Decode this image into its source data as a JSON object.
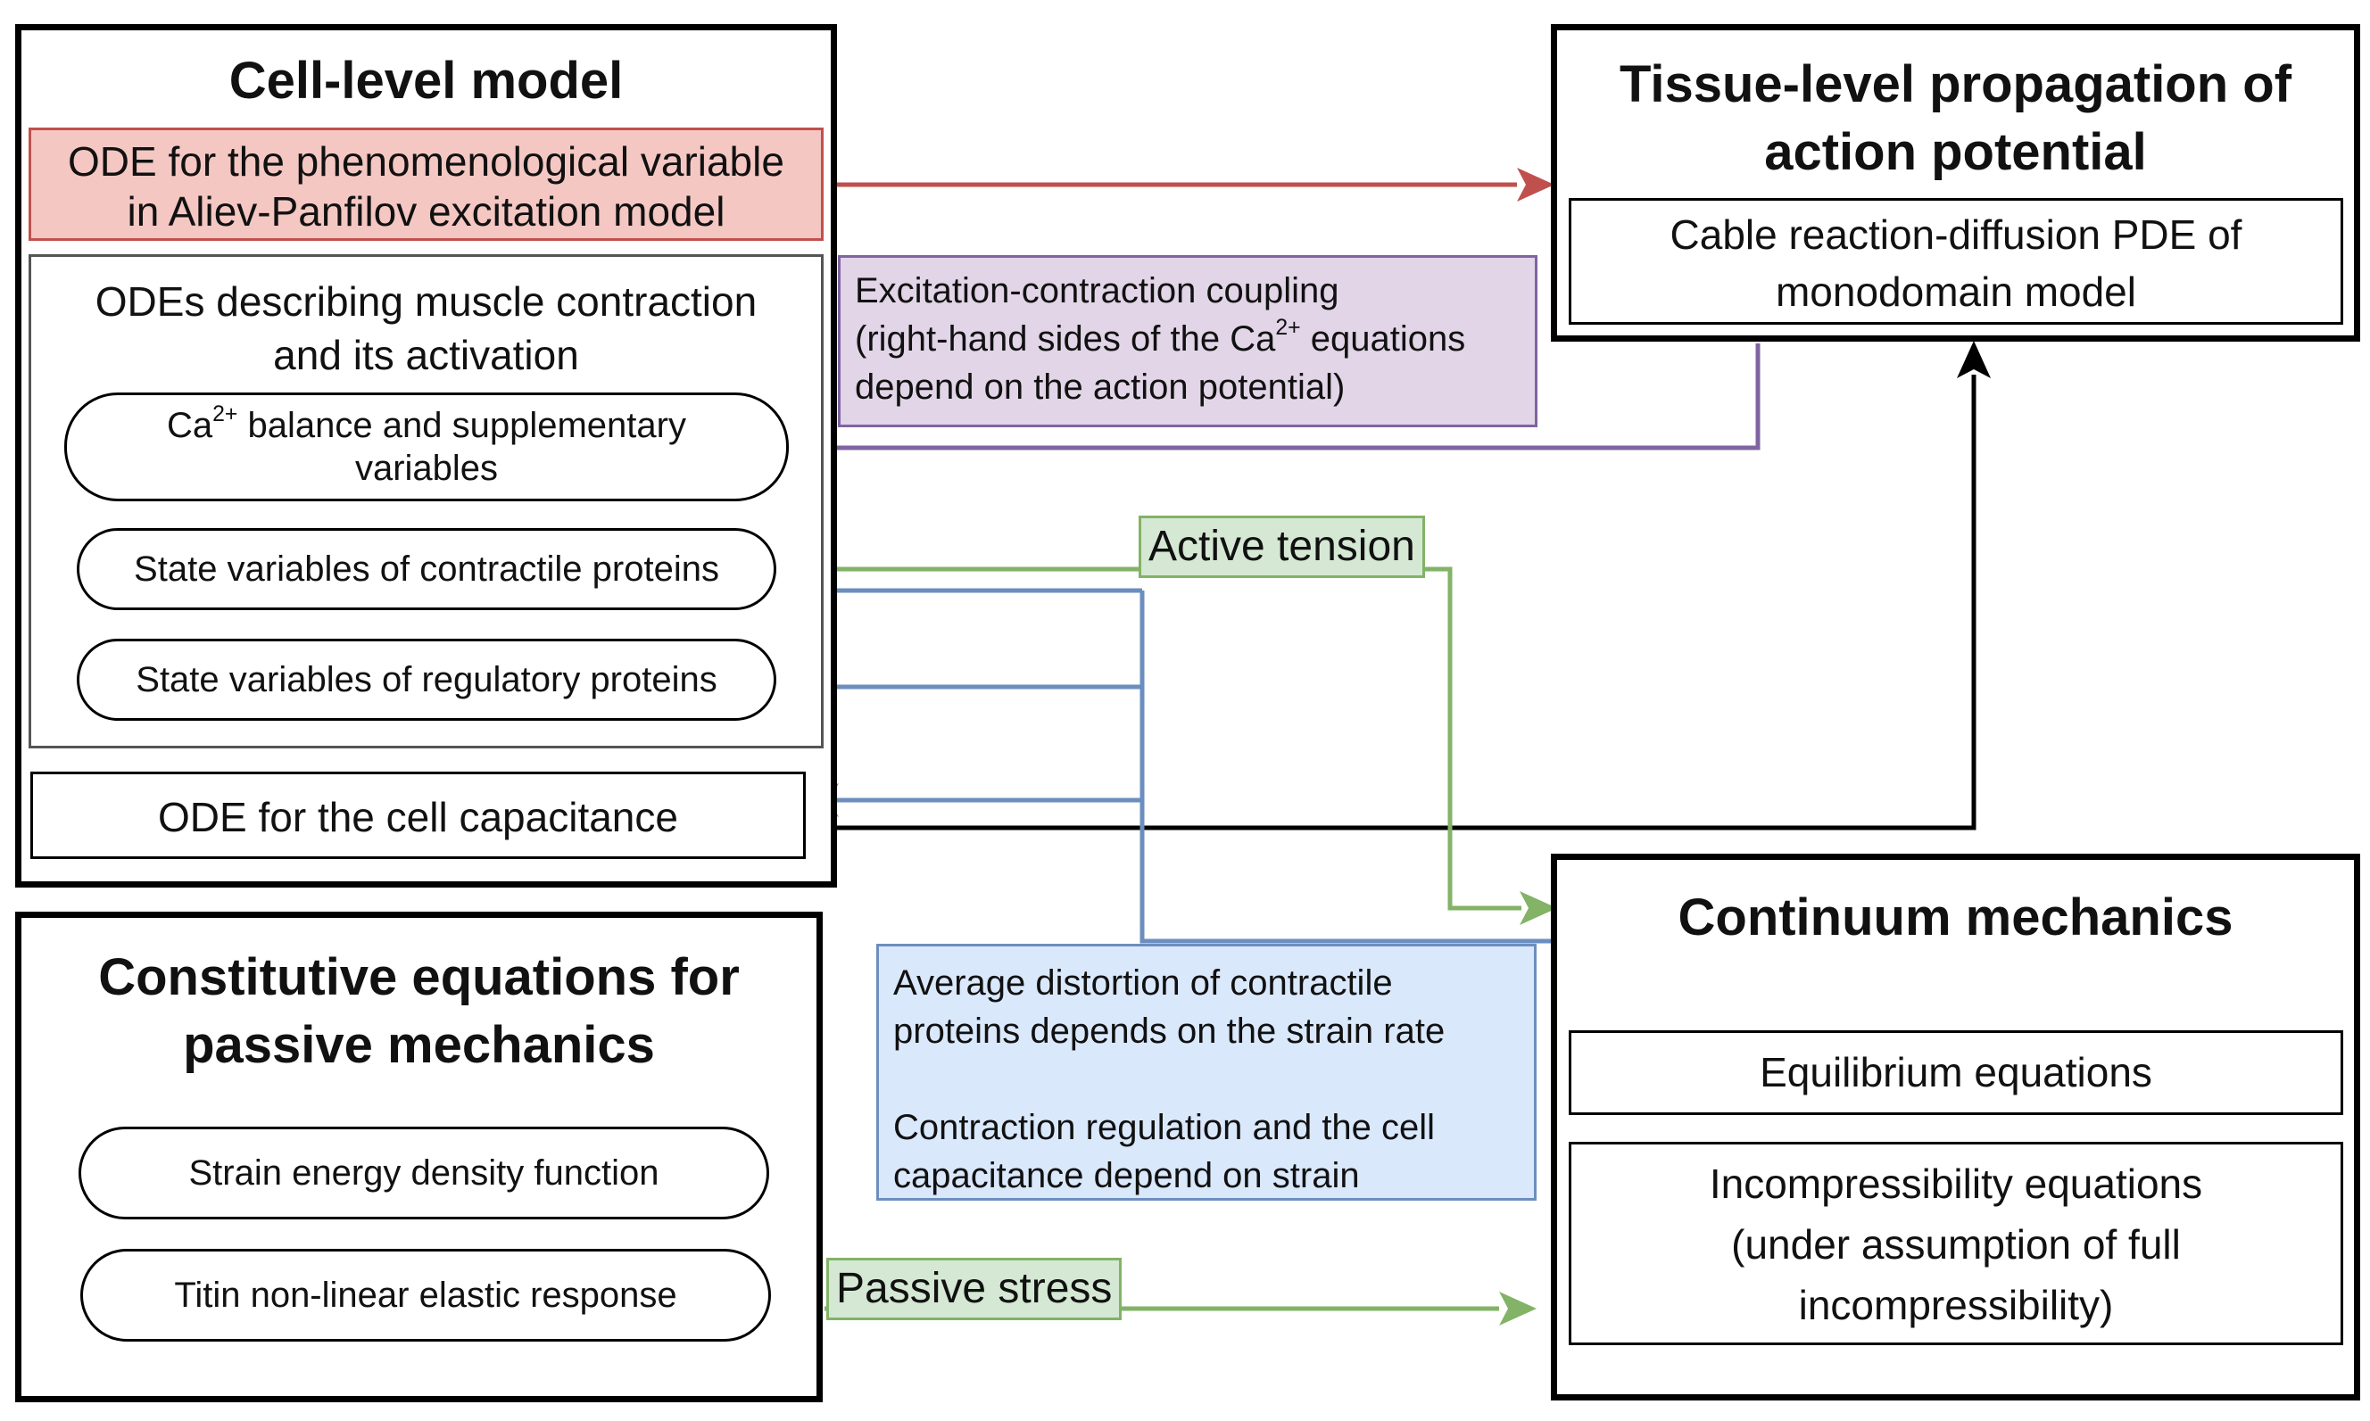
{
  "colors": {
    "red_edge": "#c0504d",
    "red_fill": "#f4c7c3",
    "purple_edge": "#8064a2",
    "purple_fill": "#e1d5e7",
    "green_edge": "#82b366",
    "green_fill": "#d5e8d4",
    "blue_edge": "#6c8ebf",
    "blue_fill": "#dae8fc",
    "black": "#000000"
  },
  "cell": {
    "title": "Cell-level model",
    "ode_phenom_l1": "ODE for the phenomenological variable",
    "ode_phenom_l2": "in Aliev-Panfilov excitation model",
    "contraction_l1": "ODEs describing muscle contraction",
    "contraction_l2": "and its activation",
    "ca_prefix": "Ca",
    "ca_sup": "2+",
    "ca_suffix": " balance and supplementary",
    "ca_l2": "variables",
    "contractile": "State variables of contractile proteins",
    "regulatory": "State variables of regulatory proteins",
    "capacitance": "ODE for the cell capacitance"
  },
  "tissue": {
    "title_l1": "Tissue-level propagation of",
    "title_l2": "action potential",
    "cable_l1": "Cable reaction-diffusion PDE of",
    "cable_l2": "monodomain model"
  },
  "passive": {
    "title_l1": "Constitutive equations for",
    "title_l2": "passive mechanics",
    "strain_energy": "Strain energy density function",
    "titin": "Titin non-linear elastic response"
  },
  "continuum": {
    "title": "Continuum mechanics",
    "equilibrium": "Equilibrium equations",
    "incomp_l1": "Incompressibility equations",
    "incomp_l2": "(under assumption of full",
    "incomp_l3": "incompressibility)"
  },
  "ecc": {
    "l1": "Excitation-contraction coupling",
    "l2_prefix": "(right-hand sides of the Ca",
    "l2_sup": "2+",
    "l2_suffix": " equations",
    "l3": "depend on the action potential)"
  },
  "active_tension": "Active tension",
  "passive_stress": "Passive stress",
  "feedback": {
    "l1": "Average distortion of contractile",
    "l2": "proteins depends on the strain rate",
    "l3": "Contraction regulation and the cell",
    "l4": "capacitance depend on strain"
  }
}
